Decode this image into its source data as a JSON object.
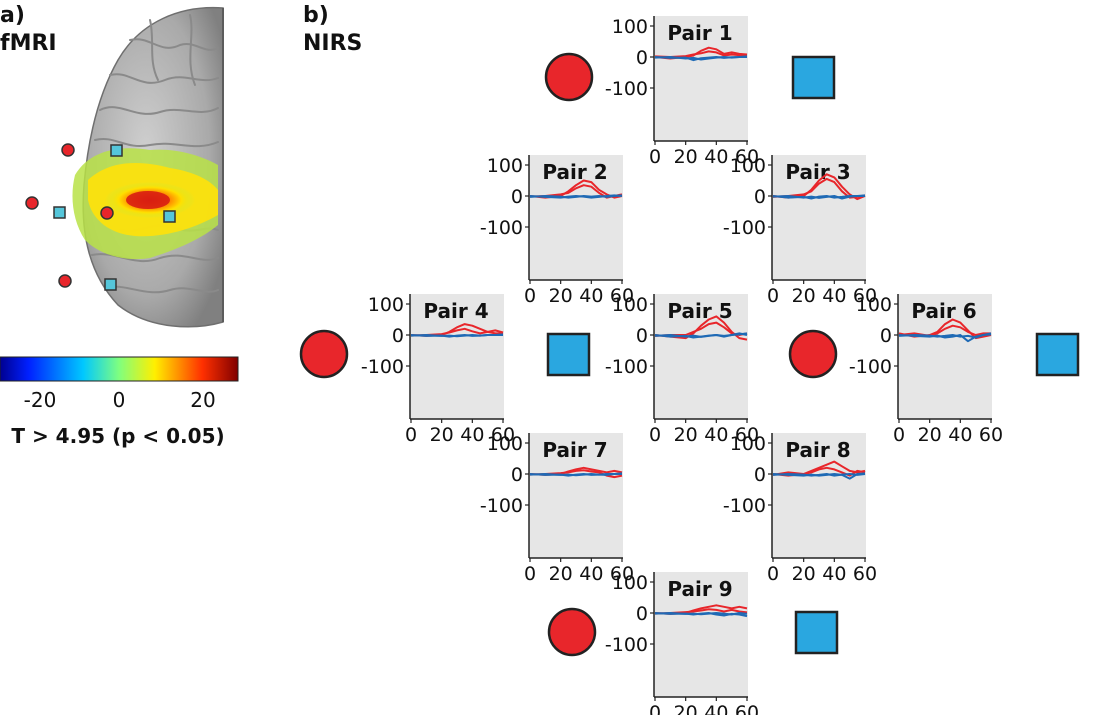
{
  "panel_a": {
    "letter": "a)",
    "title": "fMRI",
    "colorbar": {
      "ticks": [
        "-20",
        "0",
        "20"
      ],
      "caption": "T > 4.95 (p < 0.05)"
    }
  },
  "panel_b": {
    "letter": "b)",
    "title": "NIRS"
  },
  "colors": {
    "source": "#e8262b",
    "detector": "#2aa7e0",
    "plot_bg": "#e6e6e6",
    "trace_red": "#e8262b",
    "trace_blue": "#1f6ab5"
  },
  "chart_data": [
    {
      "type": "line",
      "title": "Pair 1",
      "ylim": [
        -100,
        100
      ],
      "xlim": [
        0,
        60
      ],
      "yticks": [
        "100",
        "0",
        "-100"
      ],
      "xticks": [
        "0",
        "20",
        "40",
        "60"
      ],
      "series": [
        {
          "color": "red",
          "x": [
            0,
            10,
            20,
            25,
            30,
            35,
            40,
            45,
            50,
            55,
            60
          ],
          "values": [
            0,
            -5,
            0,
            5,
            20,
            30,
            25,
            10,
            15,
            10,
            8
          ]
        },
        {
          "color": "red",
          "x": [
            0,
            10,
            20,
            25,
            30,
            35,
            40,
            45,
            50,
            55,
            60
          ],
          "values": [
            2,
            0,
            3,
            8,
            12,
            18,
            15,
            5,
            8,
            6,
            5
          ]
        },
        {
          "color": "blue",
          "x": [
            0,
            10,
            20,
            25,
            30,
            35,
            40,
            45,
            50,
            55,
            60
          ],
          "values": [
            0,
            -3,
            -2,
            -10,
            -4,
            -2,
            0,
            -3,
            -1,
            0,
            2
          ]
        },
        {
          "color": "blue",
          "x": [
            0,
            10,
            20,
            25,
            30,
            35,
            40,
            45,
            50,
            55,
            60
          ],
          "values": [
            -2,
            0,
            -5,
            -3,
            -8,
            -5,
            -2,
            0,
            -2,
            0,
            0
          ]
        }
      ]
    },
    {
      "type": "line",
      "title": "Pair 2",
      "ylim": [
        -100,
        100
      ],
      "xlim": [
        0,
        60
      ],
      "yticks": [
        "100",
        "0",
        "-100"
      ],
      "xticks": [
        "0",
        "20",
        "40",
        "60"
      ],
      "series": [
        {
          "color": "red",
          "x": [
            0,
            10,
            20,
            25,
            30,
            35,
            40,
            45,
            50,
            55,
            60
          ],
          "values": [
            0,
            -5,
            0,
            15,
            35,
            50,
            45,
            20,
            5,
            -5,
            0
          ]
        },
        {
          "color": "red",
          "x": [
            0,
            10,
            20,
            25,
            30,
            35,
            40,
            45,
            50,
            55,
            60
          ],
          "values": [
            -2,
            0,
            5,
            10,
            25,
            35,
            30,
            10,
            -5,
            0,
            5
          ]
        },
        {
          "color": "blue",
          "x": [
            0,
            10,
            20,
            25,
            30,
            35,
            40,
            45,
            50,
            55,
            60
          ],
          "values": [
            0,
            -3,
            -5,
            -2,
            0,
            -2,
            -5,
            -3,
            0,
            2,
            0
          ]
        },
        {
          "color": "blue",
          "x": [
            0,
            10,
            20,
            25,
            30,
            35,
            40,
            45,
            50,
            55,
            60
          ],
          "values": [
            -3,
            0,
            -2,
            -5,
            -3,
            0,
            -2,
            0,
            -3,
            0,
            2
          ]
        }
      ]
    },
    {
      "type": "line",
      "title": "Pair 3",
      "ylim": [
        -100,
        100
      ],
      "xlim": [
        0,
        60
      ],
      "yticks": [
        "100",
        "0",
        "-100"
      ],
      "xticks": [
        "0",
        "20",
        "40",
        "60"
      ],
      "series": [
        {
          "color": "red",
          "x": [
            0,
            10,
            20,
            25,
            30,
            35,
            40,
            45,
            50,
            55,
            60
          ],
          "values": [
            0,
            -5,
            0,
            20,
            50,
            70,
            60,
            30,
            5,
            -10,
            0
          ]
        },
        {
          "color": "red",
          "x": [
            0,
            10,
            20,
            25,
            30,
            35,
            40,
            45,
            50,
            55,
            60
          ],
          "values": [
            -3,
            0,
            5,
            15,
            40,
            55,
            45,
            15,
            -5,
            -3,
            2
          ]
        },
        {
          "color": "blue",
          "x": [
            0,
            10,
            20,
            25,
            30,
            35,
            40,
            45,
            50,
            55,
            60
          ],
          "values": [
            0,
            -5,
            -3,
            -8,
            -2,
            0,
            -5,
            -3,
            0,
            0,
            2
          ]
        },
        {
          "color": "blue",
          "x": [
            0,
            10,
            20,
            25,
            30,
            35,
            40,
            45,
            50,
            55,
            60
          ],
          "values": [
            -2,
            0,
            -5,
            -2,
            -6,
            -3,
            0,
            -8,
            -2,
            0,
            0
          ]
        }
      ]
    },
    {
      "type": "line",
      "title": "Pair 4",
      "ylim": [
        -100,
        100
      ],
      "xlim": [
        0,
        60
      ],
      "yticks": [
        "100",
        "0",
        "-100"
      ],
      "xticks": [
        "0",
        "20",
        "40",
        "60"
      ],
      "series": [
        {
          "color": "red",
          "x": [
            0,
            10,
            20,
            25,
            30,
            35,
            40,
            45,
            50,
            55,
            60
          ],
          "values": [
            0,
            -3,
            0,
            10,
            25,
            35,
            30,
            20,
            10,
            5,
            5
          ]
        },
        {
          "color": "red",
          "x": [
            0,
            10,
            20,
            25,
            30,
            35,
            40,
            45,
            50,
            55,
            60
          ],
          "values": [
            -2,
            0,
            3,
            8,
            15,
            20,
            12,
            5,
            10,
            15,
            8
          ]
        },
        {
          "color": "blue",
          "x": [
            0,
            10,
            20,
            25,
            30,
            35,
            40,
            45,
            50,
            55,
            60
          ],
          "values": [
            0,
            -3,
            -2,
            -5,
            -2,
            0,
            -3,
            -2,
            0,
            0,
            0
          ]
        },
        {
          "color": "blue",
          "x": [
            0,
            10,
            20,
            25,
            30,
            35,
            40,
            45,
            50,
            55,
            60
          ],
          "values": [
            -2,
            0,
            -3,
            -2,
            -4,
            -2,
            0,
            -2,
            0,
            0,
            2
          ]
        }
      ]
    },
    {
      "type": "line",
      "title": "Pair 5",
      "ylim": [
        -100,
        100
      ],
      "xlim": [
        0,
        60
      ],
      "yticks": [
        "100",
        "0",
        "-100"
      ],
      "xticks": [
        "0",
        "20",
        "40",
        "60"
      ],
      "series": [
        {
          "color": "red",
          "x": [
            0,
            10,
            20,
            25,
            30,
            35,
            40,
            45,
            50,
            55,
            60
          ],
          "values": [
            0,
            -5,
            -10,
            5,
            30,
            50,
            60,
            40,
            10,
            -10,
            -15
          ]
        },
        {
          "color": "red",
          "x": [
            0,
            10,
            20,
            25,
            30,
            35,
            40,
            45,
            50,
            55,
            60
          ],
          "values": [
            -3,
            0,
            0,
            10,
            20,
            35,
            40,
            25,
            5,
            0,
            5
          ]
        },
        {
          "color": "blue",
          "x": [
            0,
            10,
            20,
            25,
            30,
            35,
            40,
            45,
            50,
            55,
            60
          ],
          "values": [
            0,
            -5,
            -3,
            -8,
            -5,
            -2,
            0,
            -5,
            0,
            5,
            0
          ]
        },
        {
          "color": "blue",
          "x": [
            0,
            10,
            20,
            25,
            30,
            35,
            40,
            45,
            50,
            55,
            60
          ],
          "values": [
            -3,
            0,
            -5,
            -2,
            -6,
            -3,
            0,
            -3,
            0,
            2,
            5
          ]
        }
      ]
    },
    {
      "type": "line",
      "title": "Pair 6",
      "ylim": [
        -100,
        100
      ],
      "xlim": [
        0,
        60
      ],
      "yticks": [
        "100",
        "0",
        "-100"
      ],
      "xticks": [
        "0",
        "20",
        "40",
        "60"
      ],
      "series": [
        {
          "color": "red",
          "x": [
            0,
            10,
            20,
            25,
            30,
            35,
            40,
            45,
            50,
            55,
            60
          ],
          "values": [
            5,
            -5,
            0,
            10,
            35,
            50,
            40,
            15,
            -10,
            -5,
            0
          ]
        },
        {
          "color": "red",
          "x": [
            0,
            10,
            20,
            25,
            30,
            35,
            40,
            45,
            50,
            55,
            60
          ],
          "values": [
            0,
            5,
            -3,
            5,
            20,
            30,
            25,
            10,
            0,
            5,
            5
          ]
        },
        {
          "color": "blue",
          "x": [
            0,
            10,
            20,
            25,
            30,
            35,
            40,
            45,
            50,
            55,
            60
          ],
          "values": [
            0,
            -3,
            -5,
            -2,
            -8,
            -5,
            0,
            -20,
            -5,
            0,
            2
          ]
        },
        {
          "color": "blue",
          "x": [
            0,
            10,
            20,
            25,
            30,
            35,
            40,
            45,
            50,
            55,
            60
          ],
          "values": [
            -3,
            0,
            -2,
            -5,
            -3,
            0,
            -5,
            -3,
            -8,
            0,
            5
          ]
        }
      ]
    },
    {
      "type": "line",
      "title": "Pair 7",
      "ylim": [
        -100,
        100
      ],
      "xlim": [
        0,
        60
      ],
      "yticks": [
        "100",
        "0",
        "-100"
      ],
      "xticks": [
        "0",
        "20",
        "40",
        "60"
      ],
      "series": [
        {
          "color": "red",
          "x": [
            0,
            10,
            20,
            25,
            30,
            35,
            40,
            45,
            50,
            55,
            60
          ],
          "values": [
            0,
            -3,
            0,
            8,
            15,
            20,
            15,
            10,
            5,
            10,
            5
          ]
        },
        {
          "color": "red",
          "x": [
            0,
            10,
            20,
            25,
            30,
            35,
            40,
            45,
            50,
            55,
            60
          ],
          "values": [
            -2,
            0,
            3,
            5,
            10,
            12,
            8,
            5,
            -5,
            -10,
            -5
          ]
        },
        {
          "color": "blue",
          "x": [
            0,
            10,
            20,
            25,
            30,
            35,
            40,
            45,
            50,
            55,
            60
          ],
          "values": [
            0,
            -3,
            -2,
            -5,
            -2,
            0,
            -3,
            -2,
            0,
            0,
            0
          ]
        },
        {
          "color": "blue",
          "x": [
            0,
            10,
            20,
            25,
            30,
            35,
            40,
            45,
            50,
            55,
            60
          ],
          "values": [
            -2,
            0,
            -3,
            -2,
            -4,
            -2,
            0,
            -2,
            -3,
            0,
            2
          ]
        }
      ]
    },
    {
      "type": "line",
      "title": "Pair 8",
      "ylim": [
        -100,
        100
      ],
      "xlim": [
        0,
        60
      ],
      "yticks": [
        "100",
        "0",
        "-100"
      ],
      "xticks": [
        "0",
        "20",
        "40",
        "60"
      ],
      "series": [
        {
          "color": "red",
          "x": [
            0,
            10,
            20,
            25,
            30,
            35,
            40,
            45,
            50,
            55,
            60
          ],
          "values": [
            0,
            -5,
            0,
            10,
            20,
            30,
            40,
            25,
            10,
            5,
            10
          ]
        },
        {
          "color": "red",
          "x": [
            0,
            10,
            20,
            25,
            30,
            35,
            40,
            45,
            50,
            55,
            60
          ],
          "values": [
            -3,
            5,
            0,
            5,
            15,
            20,
            15,
            5,
            -5,
            10,
            5
          ]
        },
        {
          "color": "blue",
          "x": [
            0,
            10,
            20,
            25,
            30,
            35,
            40,
            45,
            50,
            55,
            60
          ],
          "values": [
            0,
            -3,
            -5,
            -2,
            -5,
            -3,
            0,
            -3,
            -15,
            0,
            2
          ]
        },
        {
          "color": "blue",
          "x": [
            0,
            10,
            20,
            25,
            30,
            35,
            40,
            45,
            50,
            55,
            60
          ],
          "values": [
            -3,
            0,
            -2,
            -5,
            -3,
            0,
            -5,
            -2,
            0,
            -3,
            0
          ]
        }
      ]
    },
    {
      "type": "line",
      "title": "Pair 9",
      "ylim": [
        -100,
        100
      ],
      "xlim": [
        0,
        60
      ],
      "yticks": [
        "100",
        "0",
        "-100"
      ],
      "xticks": [
        "0",
        "20",
        "40",
        "60"
      ],
      "series": [
        {
          "color": "red",
          "x": [
            0,
            10,
            20,
            25,
            30,
            35,
            40,
            45,
            50,
            55,
            60
          ],
          "values": [
            0,
            -3,
            0,
            8,
            15,
            20,
            25,
            20,
            15,
            20,
            15
          ]
        },
        {
          "color": "red",
          "x": [
            0,
            10,
            20,
            25,
            30,
            35,
            40,
            45,
            50,
            55,
            60
          ],
          "values": [
            -2,
            0,
            3,
            5,
            8,
            12,
            10,
            5,
            10,
            5,
            2
          ]
        },
        {
          "color": "blue",
          "x": [
            0,
            10,
            20,
            25,
            30,
            35,
            40,
            45,
            50,
            55,
            60
          ],
          "values": [
            0,
            -3,
            -2,
            -5,
            -2,
            0,
            -5,
            -8,
            -3,
            -5,
            -10
          ]
        },
        {
          "color": "blue",
          "x": [
            0,
            10,
            20,
            25,
            30,
            35,
            40,
            45,
            50,
            55,
            60
          ],
          "values": [
            -2,
            0,
            -3,
            -2,
            -4,
            -2,
            0,
            -2,
            -5,
            0,
            -3
          ]
        }
      ]
    }
  ]
}
